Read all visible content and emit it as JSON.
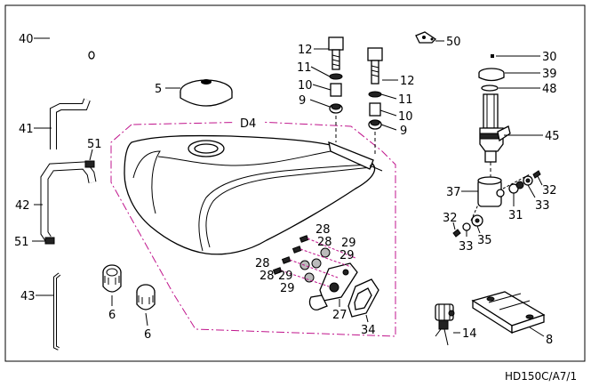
{
  "diagram": {
    "drawing_code": "HD150C/A7/1",
    "group_label": "D4",
    "callouts": {
      "c40": "40",
      "c41": "41",
      "c42": "42",
      "c43": "43",
      "c51a": "51",
      "c51b": "51",
      "c5": "5",
      "c12a": "12",
      "c11a": "11",
      "c10a": "10",
      "c9a": "9",
      "c12b": "12",
      "c11b": "11",
      "c10b": "10",
      "c9b": "9",
      "c50": "50",
      "c30": "30",
      "c39": "39",
      "c48": "48",
      "c45": "45",
      "c37": "37",
      "c32a": "32",
      "c33a": "33",
      "c31": "31",
      "c32b": "32",
      "c33b": "33",
      "c35": "35",
      "c28a": "28",
      "c28b": "28",
      "c28c": "28",
      "c28d": "28",
      "c29a": "29",
      "c29b": "29",
      "c29c": "29",
      "c29d": "29",
      "c27": "27",
      "c34": "34",
      "c6a": "6",
      "c6b": "6",
      "c14": "14",
      "c8": "8"
    }
  }
}
